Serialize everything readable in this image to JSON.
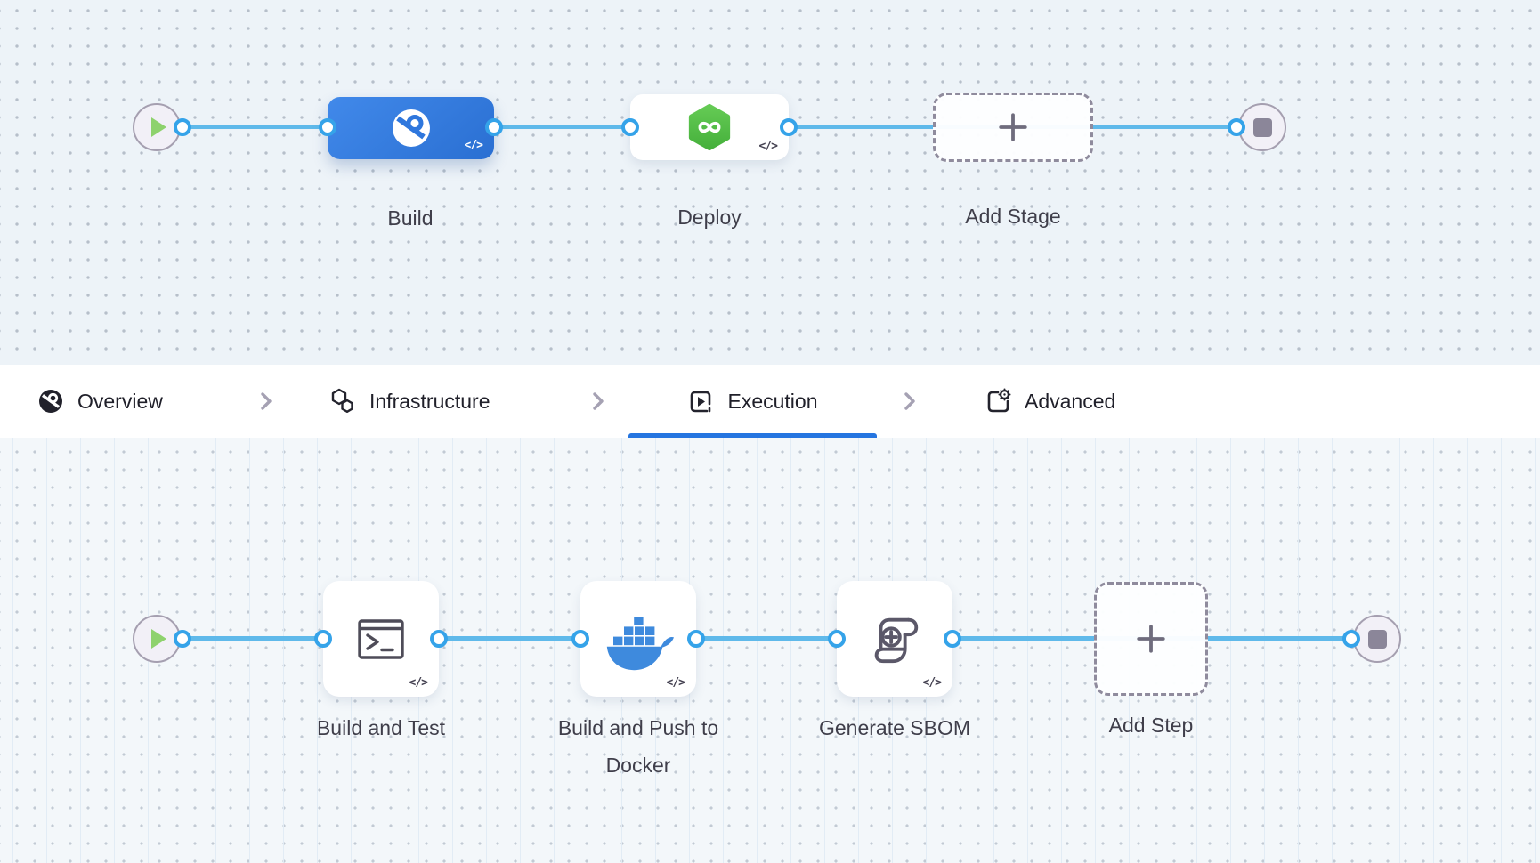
{
  "stage_pipeline": {
    "stages": [
      {
        "label": "Build"
      },
      {
        "label": "Deploy"
      },
      {
        "label": "Add Stage"
      }
    ]
  },
  "tabs": [
    {
      "label": "Overview",
      "active": false
    },
    {
      "label": "Infrastructure",
      "active": false
    },
    {
      "label": "Execution",
      "active": true
    },
    {
      "label": "Advanced",
      "active": false
    }
  ],
  "step_pipeline": {
    "steps": [
      {
        "label": "Build and Test"
      },
      {
        "label": "Build and Push to Docker"
      },
      {
        "label": "Generate SBOM"
      },
      {
        "label": "Add Step"
      }
    ]
  },
  "code_badge": "</>",
  "colors": {
    "accent_blue": "#2575e0",
    "edge_blue": "#5fb9ea",
    "stage_blue": "#2f7adb",
    "deploy_green": "#53bf47",
    "docker_blue": "#3e8add",
    "canvas_top_bg": "#edf3f8",
    "canvas_bottom_bg": "#f3f7fa"
  }
}
